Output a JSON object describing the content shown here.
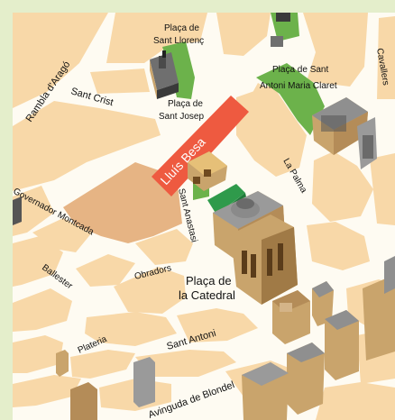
{
  "colors": {
    "frame": "#e4eecb",
    "street": "#fefbf2",
    "block_light": "#f8d8a8",
    "block_dark": "#e2b07c",
    "green_park": "#6cb24b",
    "highlight_street": "#ee5a40",
    "building_facade": "#c9a46c",
    "roof_gray": "#8f8f8f"
  },
  "streets": {
    "rambla_arago": "Rambla d'Aragó",
    "sant_crist": "Sant Crist",
    "governador_montcada": "Governador Montcada",
    "ballester": "Ballester",
    "obradors": "Obradors",
    "sant_anastasi": "Sant Anastasi",
    "la_palma": "La Palma",
    "cavallers": "Cavallers",
    "lluis_besa": "Lluís Besa",
    "plateria": "Plateria",
    "sant_antoni": "Sant Antoni",
    "avinguda_blondel": "Avinguda de Blondel"
  },
  "squares": {
    "sant_llorenc": [
      "Plaça de",
      "Sant Llorenç"
    ],
    "sant_josep": [
      "Plaça de",
      "Sant Josep"
    ],
    "sant_antoni_maria_claret": [
      "Plaça de Sant",
      "Antoni Maria Claret"
    ],
    "catedral": [
      "Plaça de",
      "la Catedral"
    ]
  },
  "icons": [
    "church-sant-llorenc-icon",
    "church-sant-josep-icon",
    "building-antoni-maria-claret-icon",
    "cathedral-icon",
    "tower-building-icon"
  ]
}
